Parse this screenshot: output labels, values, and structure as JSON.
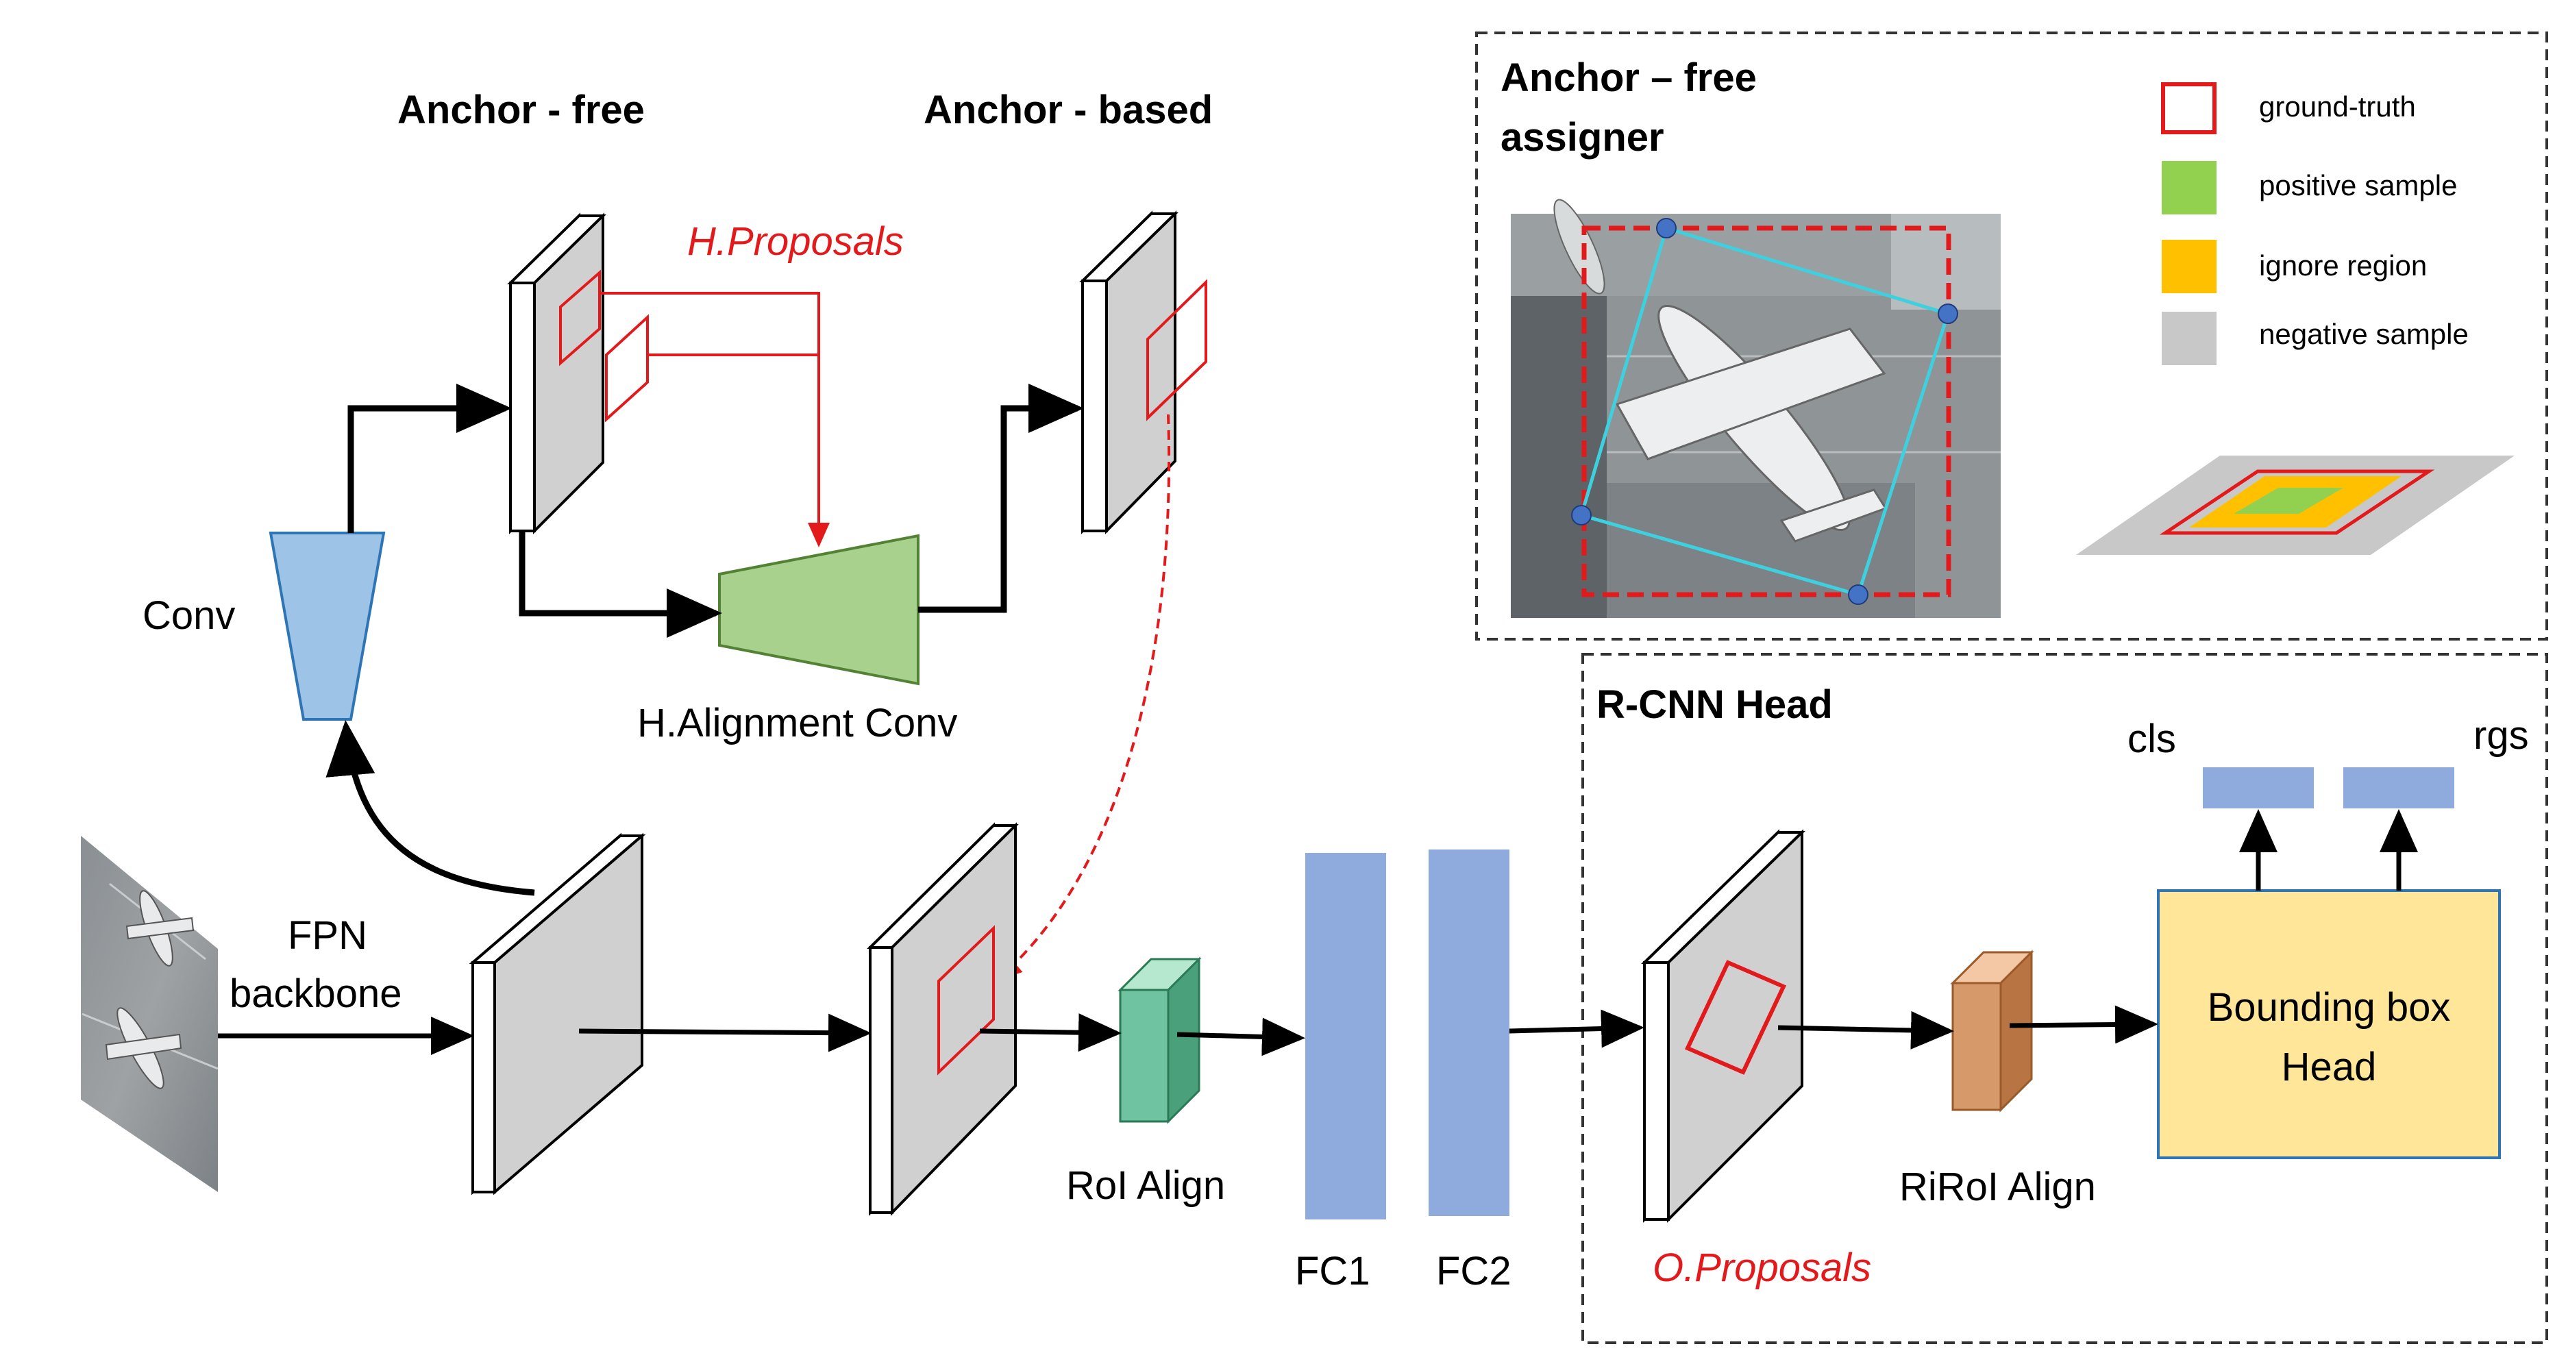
{
  "labels": {
    "anchor_free": "Anchor - free",
    "anchor_based": "Anchor - based",
    "h_proposals": "H.Proposals",
    "conv": "Conv",
    "h_alignment_conv": "H.Alignment Conv",
    "fpn_line1": "FPN",
    "fpn_line2": "backbone",
    "roi_align": "RoI Align",
    "fc1": "FC1",
    "fc2": "FC2",
    "rcnn_head": "R-CNN Head",
    "o_proposals": "O.Proposals",
    "riroi_align": "RiRoI Align",
    "cls": "cls",
    "rgs": "rgs",
    "bbox_head_line1": "Bounding box",
    "bbox_head_line2": "Head"
  },
  "assigner": {
    "title_line1": "Anchor – free",
    "title_line2": "assigner",
    "legend": [
      {
        "label": "ground-truth",
        "color": "#e31a1c",
        "style": "outline"
      },
      {
        "label": "positive sample",
        "color": "#92d050",
        "style": "fill"
      },
      {
        "label": "ignore region",
        "color": "#ffc000",
        "style": "fill"
      },
      {
        "label": "negative sample",
        "color": "#c8c8c8",
        "style": "fill"
      }
    ]
  },
  "colors": {
    "feature_map": "#d0d0d0",
    "conv_blue": "#9dc3e6",
    "align_green": "#a9d18e",
    "fc_blue": "#8faadc",
    "roi_teal": "#6fc3a0",
    "riroi_orange": "#d6996a",
    "bbox_head_fill": "#ffe699",
    "bbox_head_border": "#2e75b6",
    "accent_red": "#e31a1c",
    "cyan": "#3fd0e0"
  }
}
